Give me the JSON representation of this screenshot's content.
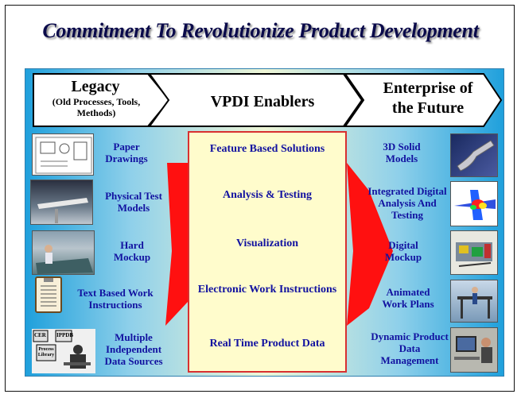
{
  "title": "Commitment To Revolutionize Product Development",
  "headers": {
    "legacy_title": "Legacy",
    "legacy_sub": "(Old Processes, Tools, Methods)",
    "enablers": "VPDI Enablers",
    "future": "Enterprise of the Future"
  },
  "legacy_items": [
    {
      "label": "Paper Drawings"
    },
    {
      "label": "Physical Test Models"
    },
    {
      "label": "Hard Mockup"
    },
    {
      "label": "Text Based Work Instructions"
    },
    {
      "label": "Multiple Independent Data Sources"
    }
  ],
  "enablers": [
    "Feature Based Solutions",
    "Analysis & Testing",
    "Visualization",
    "Electronic Work Instructions",
    "Real Time Product Data"
  ],
  "future_items": [
    {
      "label": "3D Solid Models"
    },
    {
      "label": "Integrated Digital Analysis And Testing"
    },
    {
      "label": "Digital Mockup"
    },
    {
      "label": "Animated Work Plans"
    },
    {
      "label": "Dynamic Product Data Management"
    }
  ],
  "diagram_labels": {
    "cer": "CER",
    "ippdb": "IPPDB",
    "process_library": "Process Library"
  },
  "colors": {
    "label_blue": "#1212a0",
    "arrow_red": "#ff1010",
    "box_fill": "#fffccc",
    "box_border": "#d83030"
  }
}
